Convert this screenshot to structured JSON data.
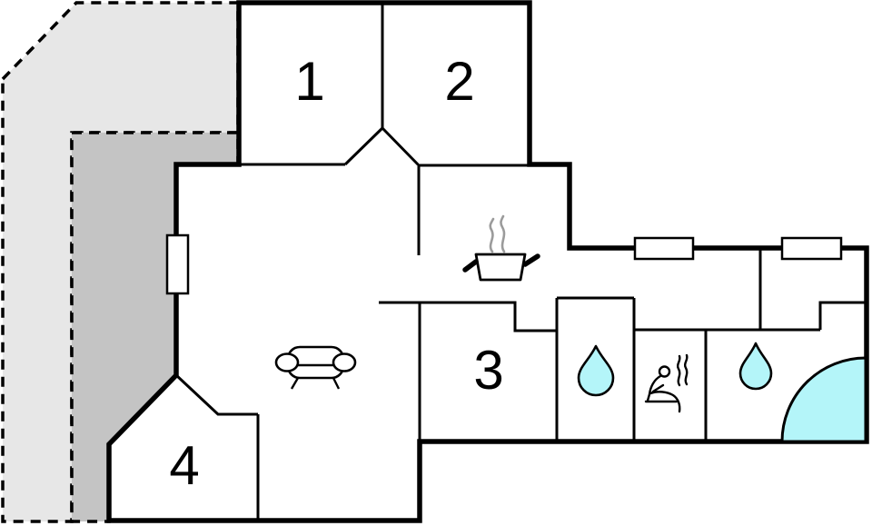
{
  "rooms": {
    "room1": {
      "label": "1"
    },
    "room2": {
      "label": "2"
    },
    "room3": {
      "label": "3"
    },
    "room4": {
      "label": "4"
    }
  },
  "colors": {
    "wall": "#000000",
    "floor": "#ffffff",
    "water": "#b4f5f9",
    "terrace_light": "#e7e7e7",
    "terrace_dark": "#c4c4c4",
    "steam_gray": "#9b9b9b",
    "label_text": "#000000"
  },
  "icons": {
    "living_area": "sofa-icon",
    "kitchen": "cooking-pot-icon",
    "shower_room": "water-drop-icon",
    "bathroom": "water-drop-icon",
    "sauna": "sauna-person-icon",
    "corner_bath": "corner-bathtub-icon",
    "openings": "window-marker"
  }
}
